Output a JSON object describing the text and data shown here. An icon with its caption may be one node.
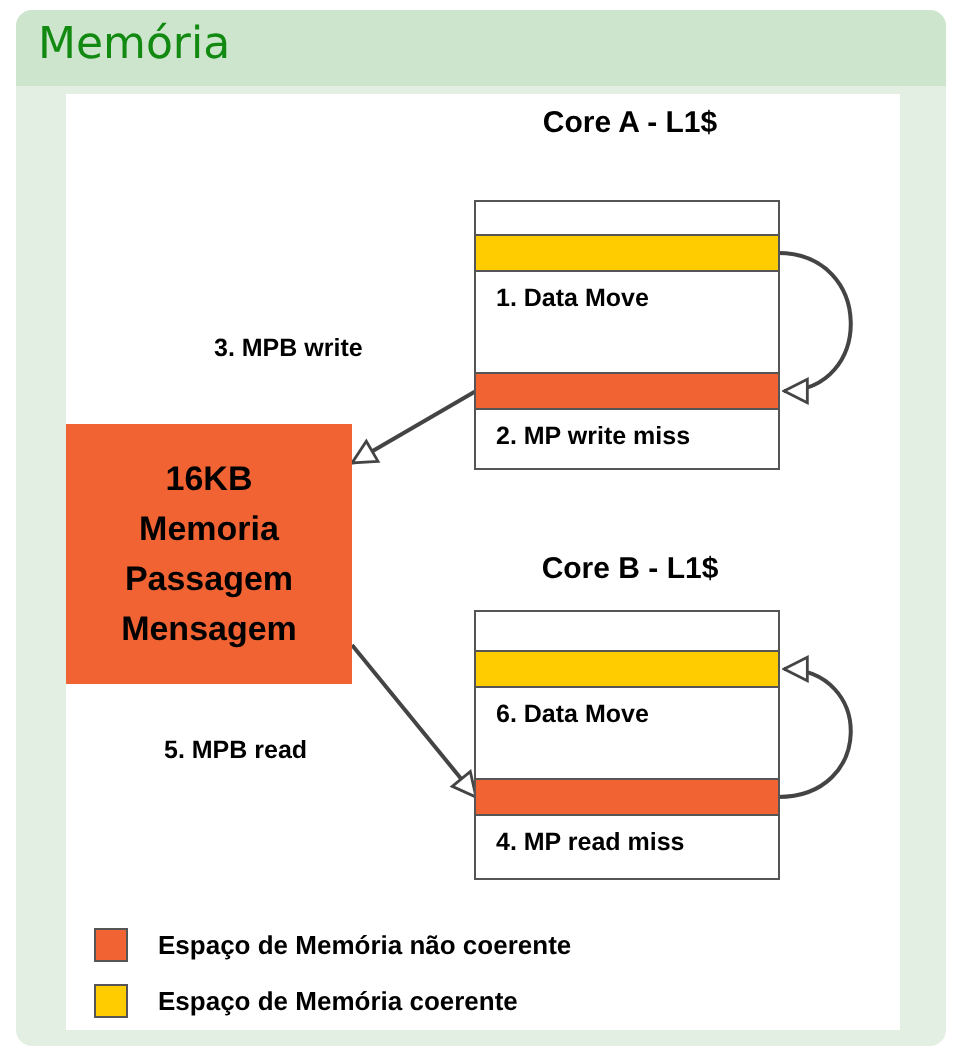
{
  "diagram": {
    "title": "Memória",
    "nodes": [
      {
        "text": [
          "Core A - L1$"
        ]
      },
      {
        "text": [],
        "shape": "bar",
        "in": 0
      },
      {
        "text": [
          "1. Data Move"
        ],
        "in": 0
      },
      {
        "text": [],
        "shape": "bar",
        "in": 0
      },
      {
        "text": [
          "2. MP write miss"
        ],
        "in": 0
      },
      {
        "text": [
          "16KB Memoria Passagem Mensagem"
        ]
      },
      {
        "text": [
          "Core B - L1$"
        ]
      },
      {
        "text": [],
        "shape": "bar",
        "in": 6
      },
      {
        "text": [
          "6. Data Move"
        ],
        "in": 6
      },
      {
        "text": [],
        "shape": "bar",
        "in": 6
      },
      {
        "text": [
          "4. MP read miss"
        ],
        "in": 6
      }
    ],
    "edges": [
      {
        "from": 1,
        "to": 3,
        "arrow": "to"
      },
      {
        "from": 3,
        "to": 5,
        "label": "3. MPB write",
        "arrow": "to"
      },
      {
        "from": 5,
        "to": 9,
        "label": "5. MPB read",
        "arrow": "to"
      },
      {
        "from": 9,
        "to": 7,
        "arrow": "to"
      }
    ],
    "legend": [
      {
        "text": "Espaço de Memória não coerente",
        "color": "#f26333"
      },
      {
        "text": "Espaço de Memória coerente",
        "color": "#ffcc00"
      }
    ]
  }
}
